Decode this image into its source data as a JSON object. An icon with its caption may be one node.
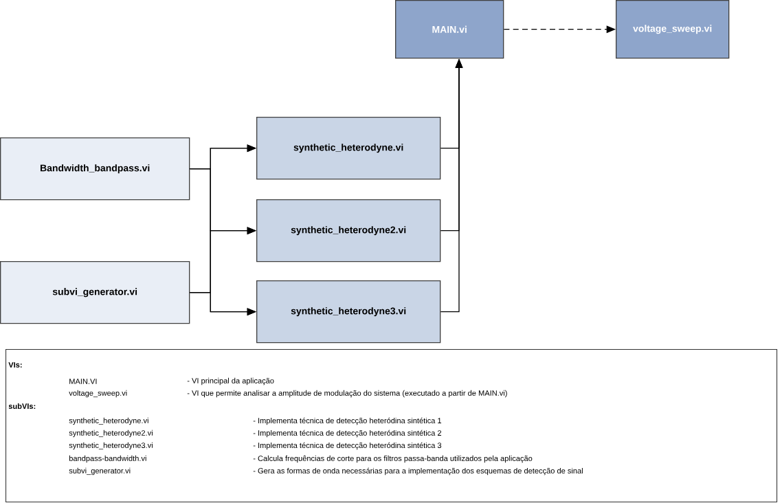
{
  "diagram": {
    "nodes": [
      {
        "text": [
          "MAIN.vi"
        ]
      },
      {
        "text": [
          "voltage_sweep.vi"
        ]
      },
      {
        "text": [
          "Bandwidth_bandpass.vi"
        ]
      },
      {
        "text": [
          "synthetic_heterodyne.vi"
        ]
      },
      {
        "text": [
          "synthetic_heterodyne2.vi"
        ]
      },
      {
        "text": [
          "subvi_generator.vi"
        ]
      },
      {
        "text": [
          "synthetic_heterodyne3.vi"
        ]
      },
      {
        "text": [
          "VIs:",
          "MAIN.VI",
          "- VI principal da aplicação",
          "voltage_sweep.vi",
          "- VI que permite analisar a amplitude de modulação do sistema (executado a partir de MAIN.vi)",
          "subVIs:",
          "synthetic_heterodyne.vi",
          "- Implementa técnica de detecção heteródina sintética 1",
          "synthetic_heterodyne2.vi",
          "- Implementa técnica de detecção heteródina sintética 2",
          "synthetic_heterodyne3.vi",
          "- Implementa técnica de detecção heteródina sintética 3",
          "bandpass-bandwidth.vi",
          "- Calcula frequências de corte para os filtros passa-banda utilizados pela aplicação",
          "subvi_generator.vi",
          "- Gera as formas de onda necessárias para a implementação dos esquemas de detecção de sinal"
        ]
      }
    ],
    "edges": [
      {
        "from": 0,
        "to": 1,
        "arrow": "to",
        "style": "dashed"
      },
      {
        "from": 2,
        "to": 3,
        "arrow": "to"
      },
      {
        "from": 2,
        "to": 4,
        "arrow": "to"
      },
      {
        "from": 2,
        "to": 6,
        "arrow": "to"
      },
      {
        "from": 5,
        "to": 3,
        "arrow": "to"
      },
      {
        "from": 5,
        "to": 4,
        "arrow": "to"
      },
      {
        "from": 5,
        "to": 6,
        "arrow": "to"
      },
      {
        "from": 3,
        "to": 0,
        "arrow": "to"
      },
      {
        "from": 4,
        "to": 0,
        "arrow": "to"
      },
      {
        "from": 6,
        "to": 0,
        "arrow": "to"
      }
    ]
  }
}
